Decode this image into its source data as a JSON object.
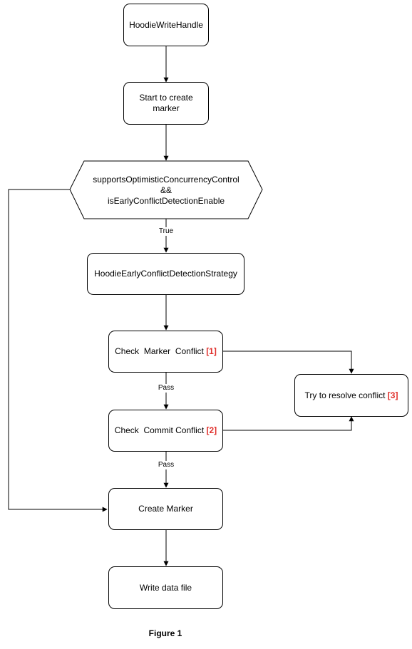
{
  "nodes": {
    "hoodie_write_handle": "HoodieWriteHandle",
    "start_create_marker": "Start to create marker",
    "condition": {
      "line1": "supportsOptimisticConcurrencyControl",
      "line2": "&&",
      "line3": "isEarlyConflictDetectionEnable"
    },
    "strategy": "HoodieEarlyConflictDetectionStrategy",
    "check_marker": {
      "text": "Check  Marker  Conflict",
      "ref": "[1]"
    },
    "check_commit": {
      "text": "Check  Commit Conflict",
      "ref": "[2]"
    },
    "resolve": {
      "text": "Try to resolve conflict",
      "ref": "[3]"
    },
    "create_marker": "Create Marker",
    "write_data": "Write data file"
  },
  "edge_labels": {
    "true": "True",
    "pass1": "Pass",
    "pass2": "Pass"
  },
  "caption": "Figure 1",
  "colors": {
    "line": "#000000",
    "reference": "#e0302c",
    "fill": "#ffffff"
  }
}
